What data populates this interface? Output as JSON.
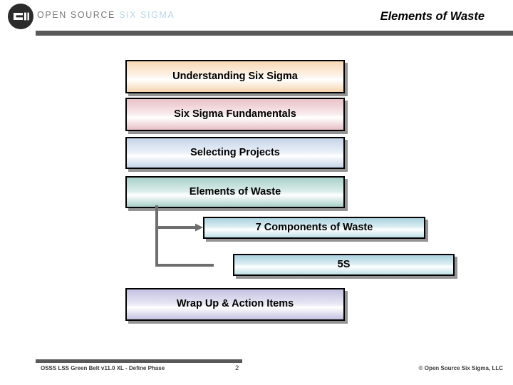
{
  "header": {
    "brand_primary": "OPEN SOURCE",
    "brand_secondary": "SIX SIGMA",
    "logo_icon": "osss-circle-logo-icon",
    "title": "Elements of Waste",
    "rule_color": "#595959",
    "brand_primary_color": "#7b7b7b",
    "brand_secondary_color": "#b8d7e8"
  },
  "agenda": {
    "items": [
      {
        "label": "Understanding Six Sigma",
        "accent": "#f7d7b4",
        "style": "gr-orange"
      },
      {
        "label": "Six Sigma Fundamentals",
        "accent": "#e8c2c6",
        "style": "gr-rose"
      },
      {
        "label": "Selecting Projects",
        "accent": "#c6d4e8",
        "style": "gr-blue"
      },
      {
        "label": "Elements of Waste",
        "accent": "#a9cfc9",
        "style": "gr-teal"
      },
      {
        "label": "7 Components of Waste",
        "accent": "#a9d2dd",
        "style": "gr-cyan"
      },
      {
        "label": "5S",
        "accent": "#a9d2dd",
        "style": "gr-cyan"
      },
      {
        "label": "Wrap Up & Action Items",
        "accent": "#c3c1e0",
        "style": "gr-lav"
      }
    ],
    "connector_color": "#6e6e6e",
    "connector_name": "elements-of-waste-branch-connector"
  },
  "footer": {
    "left": "OSSS LSS Green Belt v11.0 XL - Define Phase",
    "page_number": "2",
    "copyright": "© Open Source Six Sigma, LLC",
    "rule_color": "#595959"
  }
}
